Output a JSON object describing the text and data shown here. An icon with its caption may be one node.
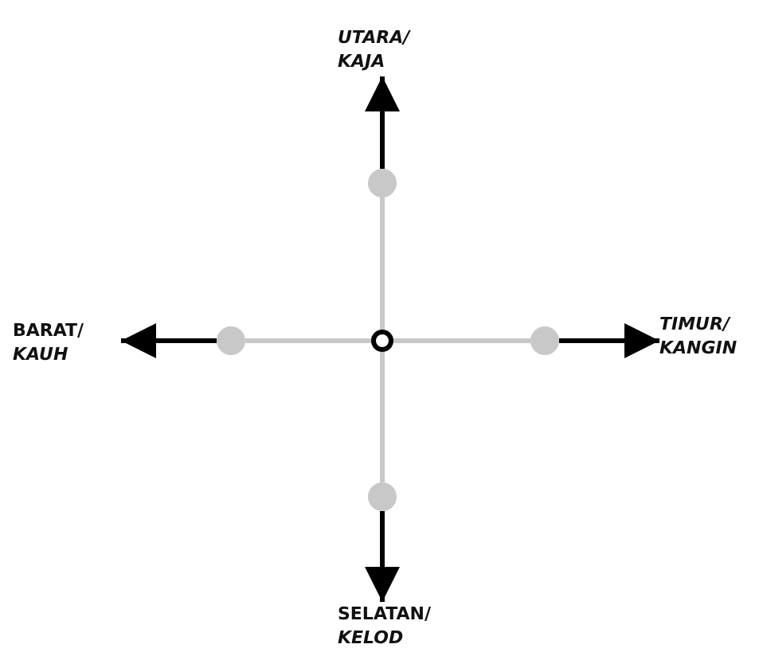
{
  "diagram": {
    "nodes": [
      {
        "text": [],
        "shape": "circle"
      },
      {
        "text": [],
        "shape": "circle"
      },
      {
        "text": [],
        "shape": "circle"
      },
      {
        "text": [],
        "shape": "circle"
      },
      {
        "text": [],
        "shape": "circle"
      },
      {
        "text": [
          "UTARA/",
          "KAJA"
        ]
      },
      {
        "text": [
          "BARAT/",
          "KAUH"
        ]
      },
      {
        "text": [
          "TIMUR/",
          "KANGIN"
        ]
      },
      {
        "text": [
          "SELATAN/",
          "KELOD"
        ]
      }
    ],
    "edges": [
      {
        "from": 0,
        "to": 1,
        "arrow": "none",
        "color": "#c8c8c8"
      },
      {
        "from": 0,
        "to": 2,
        "arrow": "none",
        "color": "#c8c8c8"
      },
      {
        "from": 0,
        "to": 3,
        "arrow": "none",
        "color": "#c8c8c8"
      },
      {
        "from": 0,
        "to": 4,
        "arrow": "none",
        "color": "#c8c8c8"
      },
      {
        "from": 1,
        "to": 5,
        "arrow": "to",
        "color": "#000000"
      },
      {
        "from": 2,
        "to": 6,
        "arrow": "to",
        "color": "#000000"
      },
      {
        "from": 3,
        "to": 7,
        "arrow": "to",
        "color": "#000000"
      },
      {
        "from": 4,
        "to": 8,
        "arrow": "to",
        "color": "#000000"
      }
    ]
  }
}
